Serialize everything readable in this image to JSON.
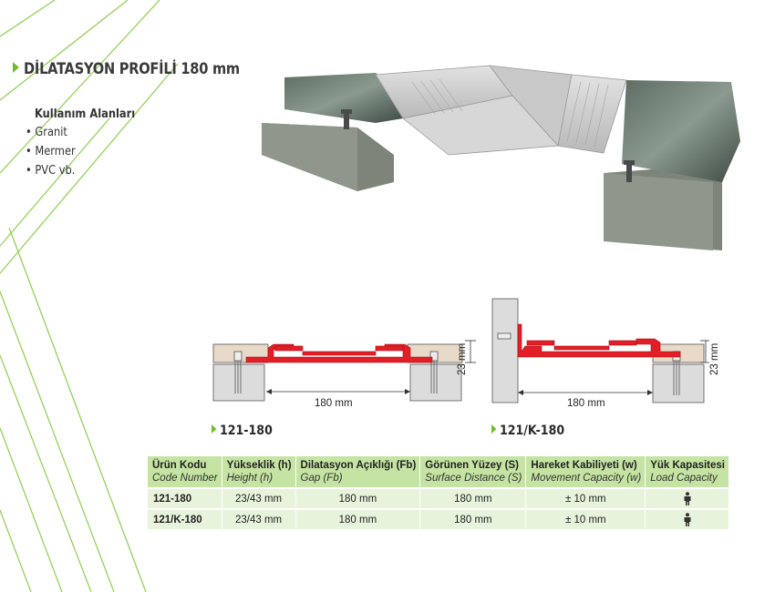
{
  "page": {
    "title": "DİLATASYON PROFİLİ 180 mm",
    "usage_heading": "Kullanım Alanları",
    "usage_items": [
      "Granit",
      "Mermer",
      "PVC vb."
    ]
  },
  "drawings": [
    {
      "code": "121-180",
      "width_label": "180 mm",
      "height_label": "23 mm"
    },
    {
      "code": "121/K-180",
      "width_label": "180 mm",
      "height_label": "23 mm"
    }
  ],
  "table": {
    "headers": [
      {
        "tr": "Ürün Kodu",
        "en": "Code Number"
      },
      {
        "tr": "Yükseklik (h)",
        "en": "Height (h)"
      },
      {
        "tr": "Dilatasyon Açıklığı (Fb)",
        "en": "Gap (Fb)"
      },
      {
        "tr": "Görünen Yüzey (S)",
        "en": "Surface Distance (S)"
      },
      {
        "tr": "Hareket Kabiliyeti (w)",
        "en": "Movement Capacity (w)"
      },
      {
        "tr": "Yük Kapasitesi",
        "en": "Load Capacity"
      }
    ],
    "rows": [
      {
        "code": "121-180",
        "height": "23/43 mm",
        "gap": "180 mm",
        "surface": "180 mm",
        "movement": "± 10 mm",
        "load_icon": "person-icon"
      },
      {
        "code": "121/K-180",
        "height": "23/43 mm",
        "gap": "180 mm",
        "surface": "180 mm",
        "movement": "± 10 mm",
        "load_icon": "person-icon"
      }
    ]
  },
  "colors": {
    "accent": "#6cbf2a",
    "profile": "#e41e26",
    "table_header": "#c5e3a2",
    "table_row": "#e8f3dc"
  }
}
